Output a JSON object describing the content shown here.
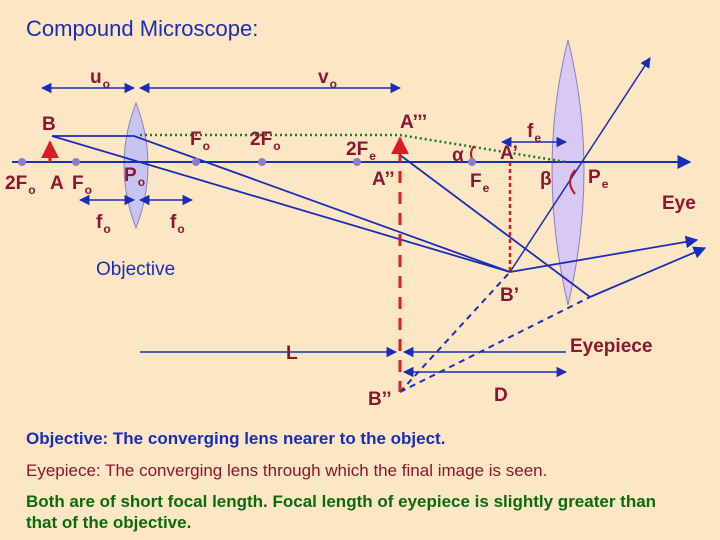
{
  "title": "Compound Microscope:",
  "labels": {
    "u_o": "u",
    "u_o_sub": "o",
    "v_o": "v",
    "v_o_sub": "o",
    "B": "B",
    "F_o_right": "F",
    "F_o_right_sub": "o",
    "two_F_o_right": "2F",
    "two_F_o_right_sub": "o",
    "two_F_e": "2F",
    "two_F_e_sub": "e",
    "A_triple": "A’’’",
    "f_e": "f",
    "f_e_sub": "e",
    "alpha": "α",
    "A_prime": "A’",
    "two_F_o_left": "2F",
    "two_F_o_left_sub": "o",
    "A": "A",
    "F_o_left": "F",
    "F_o_left_sub": "o",
    "P_o": "P",
    "P_o_sub": "o",
    "A_double": "A’’",
    "F_e": "F",
    "F_e_sub": "e",
    "beta": "β",
    "P_e": "P",
    "P_e_sub": "e",
    "eye": "Eye",
    "f_o_left": "f",
    "f_o_left_sub": "o",
    "f_o_right": "f",
    "f_o_right_sub": "o",
    "objective": "Objective",
    "B_prime": "B’",
    "eyepiece": "Eyepiece",
    "L": "L",
    "B_double": "B’’",
    "D": "D"
  },
  "notes": {
    "objective": "Objective:  The converging lens nearer to the object.",
    "eyepiece": "Eyepiece:  The converging lens through which the final image is seen.",
    "focal": "Both are of short focal length.  Focal length of eyepiece is slightly greater than that of the objective."
  },
  "colors": {
    "background": "#fde6c4",
    "ray": "#1a2db8",
    "text_blue": "#1a2db8",
    "text_maroon": "#8e1530",
    "text_green": "#0a6b0a",
    "object_arrow": "#d81e1e",
    "lens_objective": "#c8c4f2",
    "lens_eyepiece": "#d8c8f4",
    "lens_outline": "#8a80c0",
    "green_dotted": "#1f7a1f",
    "angle_arc": "#c01818",
    "focus_dot": "#8a80c8"
  }
}
